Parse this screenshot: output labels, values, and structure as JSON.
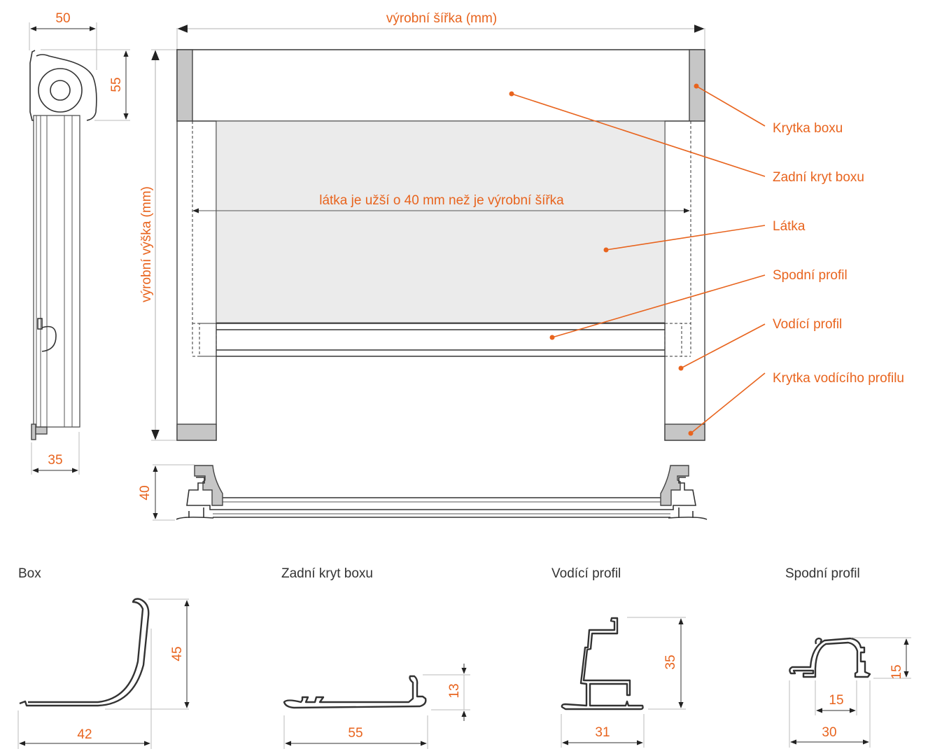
{
  "accent_color": "#e8641e",
  "side_view": {
    "width_dim": "50",
    "box_height_dim": "55",
    "depth_dim": "35"
  },
  "front_view": {
    "width_label": "výrobní šířka (mm)",
    "height_label": "výrobní výška (mm)",
    "fabric_note": "látka je užší o 40 mm než je výrobní šířka",
    "callouts": [
      {
        "id": "box-cap",
        "label": "Krytka boxu"
      },
      {
        "id": "box-back-cover",
        "label": "Zadní kryt boxu"
      },
      {
        "id": "fabric",
        "label": "Látka"
      },
      {
        "id": "bottom-profile",
        "label": "Spodní profil"
      },
      {
        "id": "guide-profile",
        "label": "Vodící profil"
      },
      {
        "id": "guide-profile-cap",
        "label": "Krytka vodícího profilu"
      }
    ]
  },
  "top_section": {
    "depth_dim": "40"
  },
  "profiles": [
    {
      "title": "Box",
      "width": "42",
      "height": "45"
    },
    {
      "title": "Zadní kryt boxu",
      "width": "55",
      "height": "13"
    },
    {
      "title": "Vodící profil",
      "width": "31",
      "height": "35"
    },
    {
      "title": "Spodní profil",
      "width": "30",
      "inner_width": "15",
      "height": "15"
    }
  ]
}
